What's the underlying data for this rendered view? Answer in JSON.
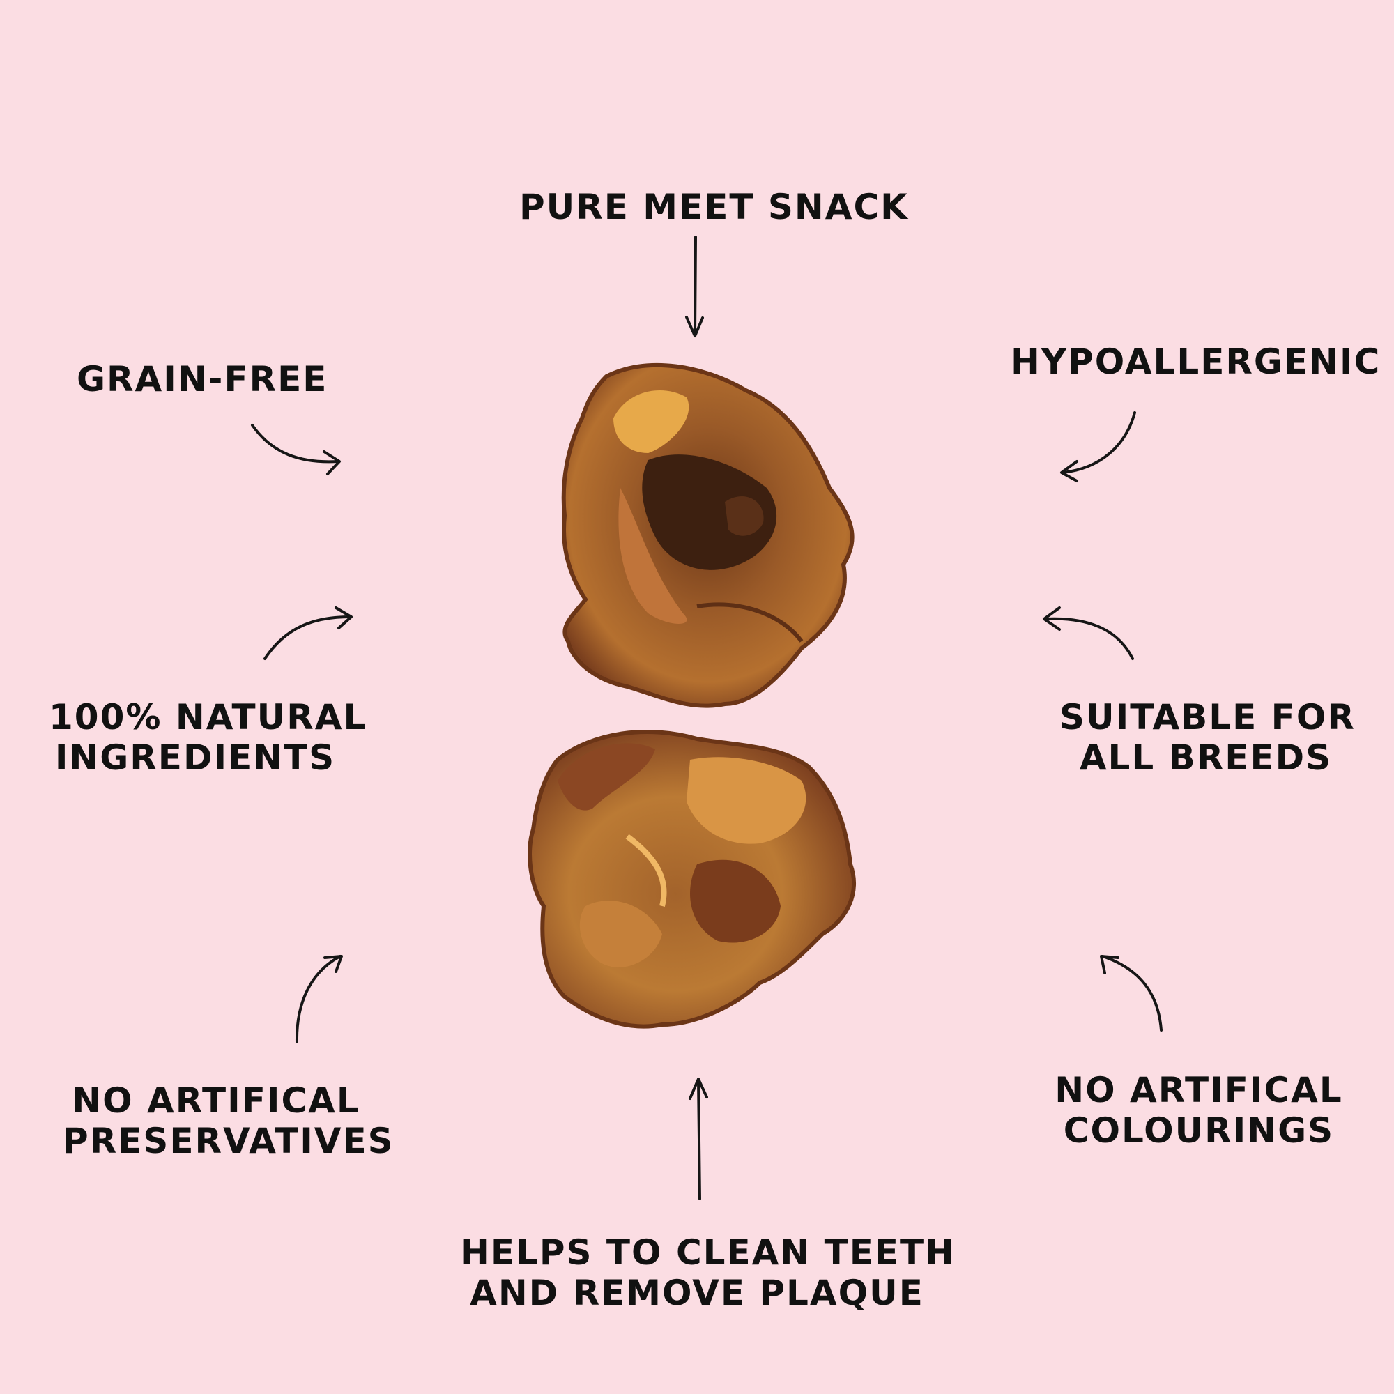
{
  "background_color": "#fbdde3",
  "text_color": "#111111",
  "labels": {
    "pure_meet_snack": {
      "line1": "PURE MEET SNACK"
    },
    "grain_free": {
      "line1": "GRAIN-FREE"
    },
    "hypoallergenic": {
      "line1": "HYPOALLERGENIC"
    },
    "natural_ingredients": {
      "line1": "100% NATURAL",
      "line2": "INGREDIENTS"
    },
    "suitable_breeds": {
      "line1": "SUITABLE FOR",
      "line2": "ALL BREEDS"
    },
    "no_preservatives": {
      "line1": "NO ARTIFICAL",
      "line2": "PRESERVATIVES"
    },
    "no_colourings": {
      "line1": "NO ARTIFICAL",
      "line2": "COLOURINGS"
    },
    "clean_teeth": {
      "line1": "HELPS TO CLEAN TEETH",
      "line2": "AND REMOVE PLAQUE"
    }
  },
  "product": {
    "icon": "dried-meat-chew-image"
  }
}
